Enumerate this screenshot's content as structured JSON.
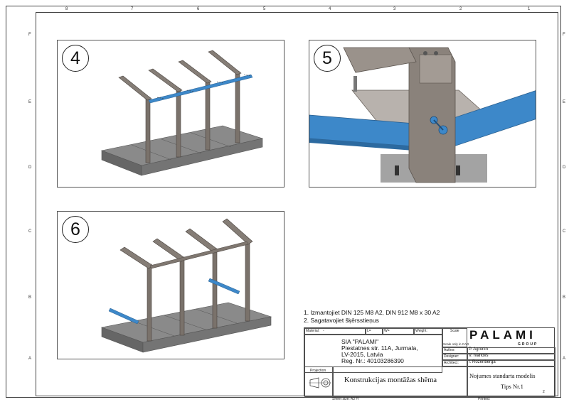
{
  "zones_top": [
    "8",
    "7",
    "6",
    "5",
    "4",
    "3",
    "2",
    "1"
  ],
  "zones_side": [
    "F",
    "E",
    "D",
    "C",
    "B",
    "A"
  ],
  "steps": {
    "s4": "4",
    "s5": "5",
    "s6": "6"
  },
  "notes": {
    "line1": "1. Izmantojiet DIN 125 M8 A2, DIN  912 M8 x 30 A2",
    "line2": "2. Sagatavojiet šķērsstieņus"
  },
  "title_block": {
    "material_label": "Material:",
    "material_value": "-",
    "l_label": "L=",
    "w_label": "W=",
    "weight_label": "Weight:",
    "scale_label": "Scale",
    "scale_only": "Scale only in CAD",
    "company_name": "SIA \"PALAMI\"",
    "company_addr1": "Piestatnes str. 11A, Jurmala,",
    "company_addr2": "LV-2015, Latvia",
    "company_reg": "Reg. Nr.: 40103286390",
    "logo_main": "PALAMI",
    "logo_sub": "GROUP",
    "author_label": "Author:",
    "author": "P. Agronin",
    "designer_label": "Designer:",
    "designer": "V. Ivanovs",
    "architect_label": "Architect:",
    "architect": "I. Rozenberga",
    "projection_label": "Projection",
    "drawing_title": "Konstrukcijas montāžas shēma",
    "model_name": "Nojumes standarta modelis",
    "type_name": "Tips Nr.1",
    "sheet_num": "2",
    "sheet_size": "Sheet size: A3 H",
    "printed_label": "Printed:"
  },
  "colors": {
    "steel": "#7a726b",
    "steel_dark": "#5f5852",
    "blue": "#3d88c9",
    "concrete": "#7d7d7d"
  }
}
